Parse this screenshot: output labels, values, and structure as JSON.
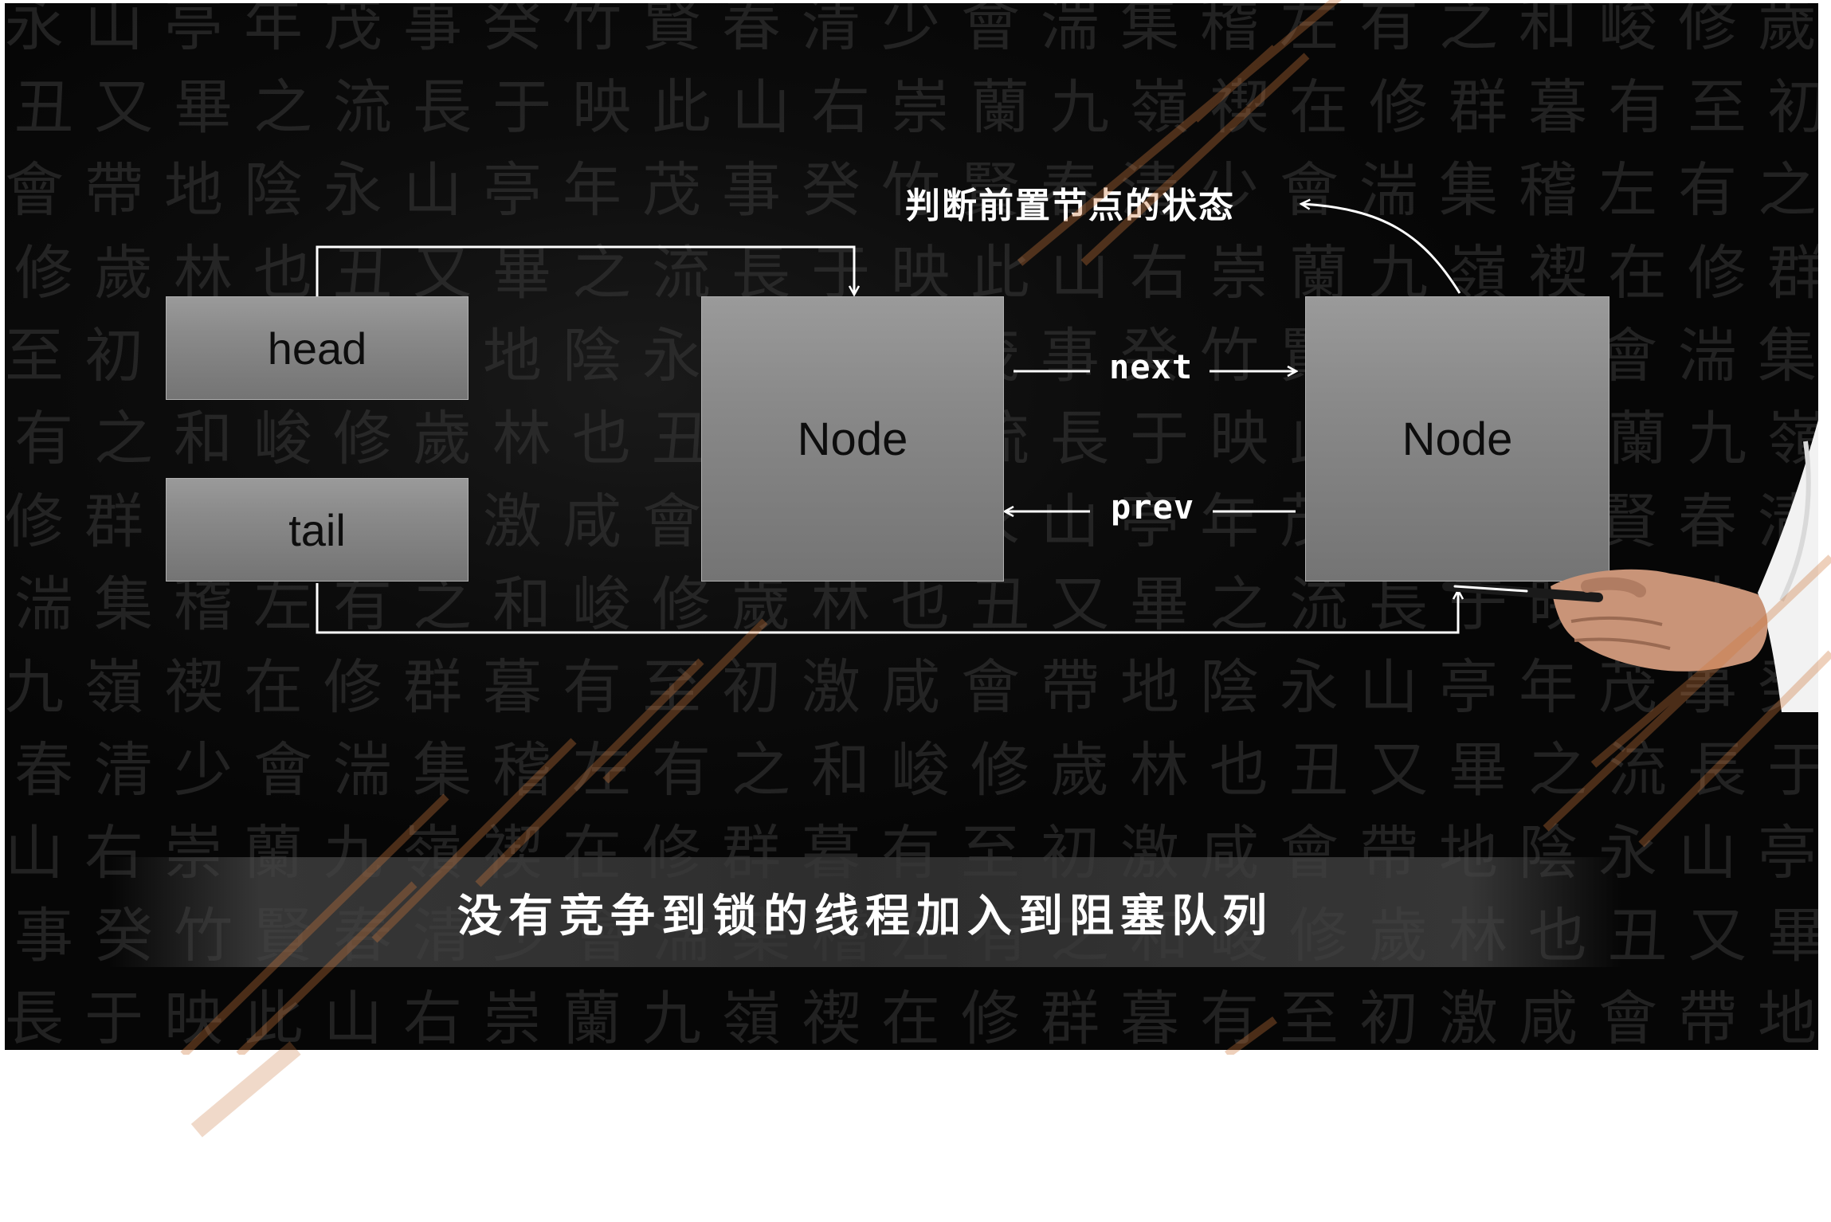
{
  "diagram": {
    "head_label": "head",
    "tail_label": "tail",
    "node1_label": "Node",
    "node2_label": "Node",
    "next_label": "next",
    "prev_label": "prev",
    "note": "判断前置节点的状态"
  },
  "caption": "没有竞争到锁的线程加入到阻塞队列",
  "colors": {
    "background": "#0c0c0c",
    "box": "#8a8a8a",
    "line": "#ffffff",
    "watermark": "#c8783c"
  }
}
